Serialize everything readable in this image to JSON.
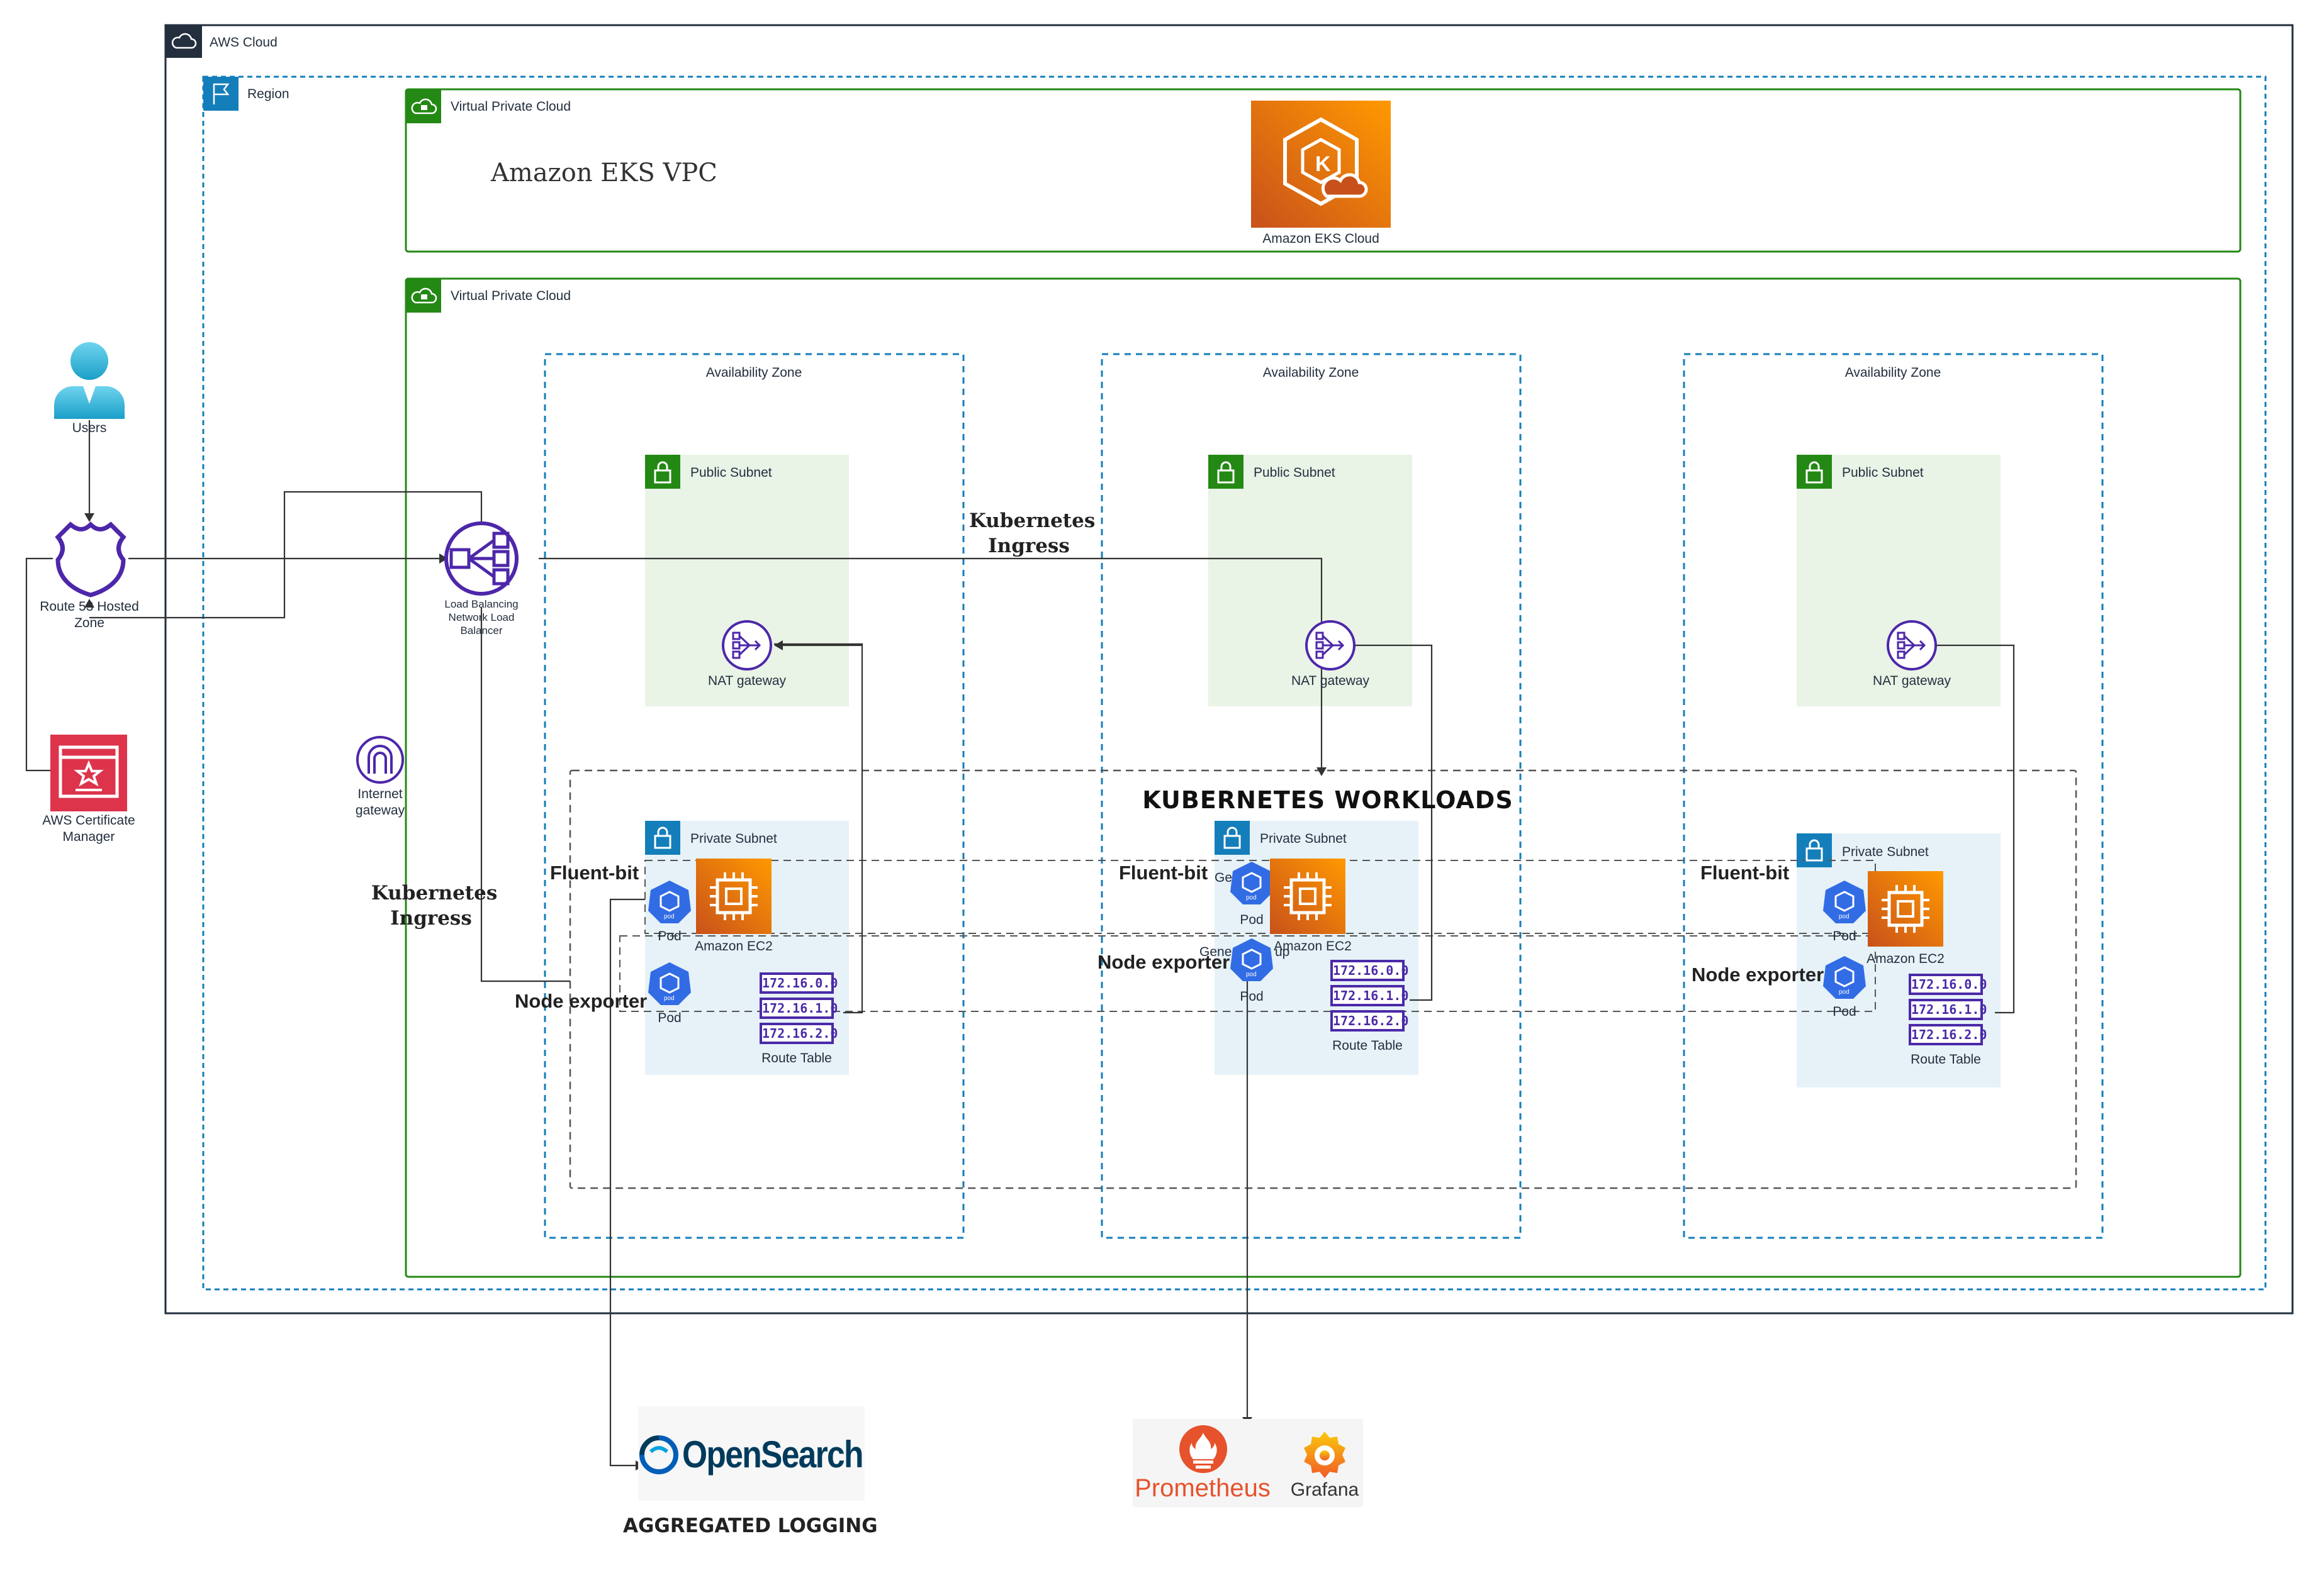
{
  "cloud": {
    "label": "AWS Cloud"
  },
  "region": {
    "label": "Region"
  },
  "vpc_top": {
    "label": "Virtual Private Cloud",
    "heading": "Amazon EKS VPC",
    "eks_label": "Amazon EKS Cloud"
  },
  "vpc_main": {
    "label": "Virtual Private Cloud"
  },
  "external": {
    "users": "Users",
    "route53_line1": "Route 53 Hosted",
    "route53_line2": "Zone",
    "cert_line1": "AWS Certificate",
    "cert_line2": "Manager",
    "nlb_line1": "Load Balancing",
    "nlb_line2": "Network Load",
    "nlb_line3": "Balancer",
    "igw_line1": "Internet",
    "igw_line2": "gateway"
  },
  "ingress": {
    "line1": "Kubernetes",
    "line2": "Ingress"
  },
  "workloads_label": "KUBERNETES WORKLOADS",
  "zones": [
    {
      "az_label": "Availability Zone",
      "public_subnet": "Public Subnet",
      "nat": "NAT gateway",
      "private_subnet": "Private Subnet",
      "ec2": "Amazon EC2",
      "pod1": "Pod",
      "pod2": "Pod",
      "fluent": "Fluent-bit",
      "node_exporter": "Node exporter",
      "routes": [
        "172.16.0.0",
        "172.16.1.0",
        "172.16.2.0"
      ],
      "route_table": "Route Table"
    },
    {
      "az_label": "Availability Zone",
      "public_subnet": "Public Subnet",
      "nat": "NAT gateway",
      "private_subnet": "Private Subnet",
      "ec2": "Amazon EC2",
      "pod1": "Pod",
      "pod2": "Pod",
      "fluent": "Fluent-bit",
      "node_exporter": "Node exporter",
      "overlap_text1": "Gene",
      "overlap_text2": "Gene",
      "overlap_text3": "up",
      "routes": [
        "172.16.0.0",
        "172.16.1.0",
        "172.16.2.0"
      ],
      "route_table": "Route Table"
    },
    {
      "az_label": "Availability Zone",
      "public_subnet": "Public Subnet",
      "nat": "NAT gateway",
      "private_subnet": "Private Subnet",
      "ec2": "Amazon EC2",
      "pod1": "Pod",
      "pod2": "Pod",
      "fluent": "Fluent-bit",
      "node_exporter": "Node exporter",
      "routes": [
        "172.16.0.0",
        "172.16.1.0",
        "172.16.2.0"
      ],
      "route_table": "Route Table"
    }
  ],
  "logging": {
    "logo": "OpenSearch",
    "caption": "AGGREGATED LOGGING"
  },
  "monitoring": {
    "prometheus": "Prometheus",
    "grafana": "Grafana"
  },
  "colors": {
    "group_border": "#232f3e",
    "region_border": "#147eba",
    "vpc_border": "#248814",
    "public_subnet_fill": "#e9f3e6",
    "private_subnet_fill": "#e6f2f8",
    "eks_orange": "#ed7100",
    "network_purple": "#4d27aa",
    "cert_red": "#dd344c",
    "k8s_blue": "#326ce5"
  },
  "icons": [
    "cloud-icon",
    "region-flag-icon",
    "vpc-cloud-icon",
    "eks-icon",
    "user-icon",
    "route53-icon",
    "certificate-icon",
    "nlb-icon",
    "internet-gateway-icon",
    "nat-gateway-icon",
    "lock-icon",
    "ec2-icon",
    "pod-icon",
    "opensearch-icon",
    "prometheus-icon",
    "grafana-icon"
  ]
}
